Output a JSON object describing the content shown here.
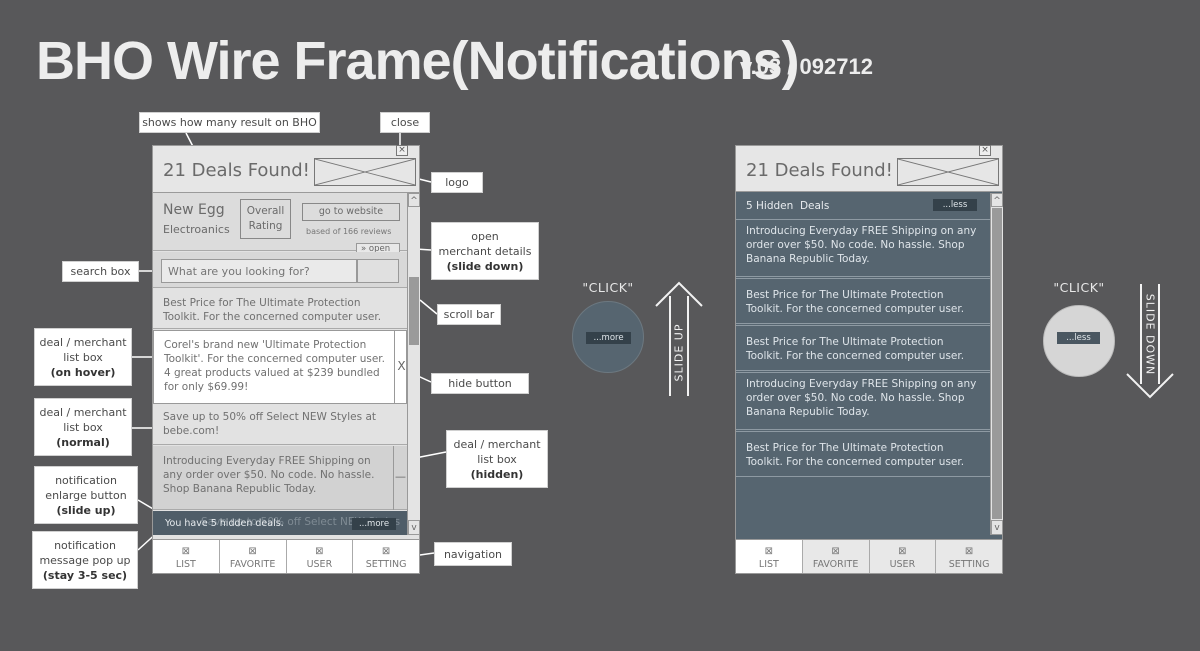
{
  "header": {
    "title": "BHO Wire Frame(Notifications)",
    "version": "v.03 / 092712"
  },
  "callouts": {
    "results": "shows how many result on BHO",
    "close": "close",
    "logo": "logo",
    "open_line1": "open",
    "open_line2": "merchant details",
    "open_line3": "(slide down)",
    "search": "search box",
    "scroll": "scroll bar",
    "hover_line1": "deal / merchant",
    "hover_line2": "list box",
    "hover_line3": "(on hover)",
    "hide": "hide button",
    "normal_line1": "deal / merchant",
    "normal_line2": "list box",
    "normal_line3": "(normal)",
    "hidden_line1": "deal / merchant",
    "hidden_line2": "list box",
    "hidden_line3": "(hidden)",
    "enlarge_line1": "notification",
    "enlarge_line2": "enlarge button",
    "enlarge_line3": "(slide up)",
    "popup_line1": "notification",
    "popup_line2": "message pop up",
    "popup_line3": "(stay 3-5 sec)",
    "navigation": "navigation"
  },
  "left_panel": {
    "deals_found": "21 Deals Found!",
    "close_glyph": "×",
    "merchant_name": "New Egg",
    "merchant_category": "Electroanics",
    "rating_line1": "Overall",
    "rating_line2": "Rating",
    "go_button": "go to website",
    "reviews": "based of 166 reviews",
    "open_toggle": "open",
    "search_placeholder": "What are you looking for?",
    "deal1": "Best Price for The Ultimate Protection Toolkit. For the concerned computer user.",
    "deal2": "Corel's brand new 'Ultimate Protection Toolkit'. For the concerned computer user. 4 great products valued at $239 bundled for only $69.99!",
    "hide_glyph": "X",
    "deal3": "Save up to 50% off Select NEW Styles at bebe.com!",
    "deal4": "Introducing Everyday FREE Shipping on any order over $50. No code. No hassle. Shop Banana Republic Today.",
    "hidden_glyph": "—",
    "ghost_text": "Save up to 50% off Select NEW Styles",
    "popup_text": "You have 5 hidden deals.",
    "more_button": "...more",
    "scroll_up": "^",
    "scroll_down": "v"
  },
  "middle": {
    "click_label": "\"CLICK\"",
    "more_button": "...more",
    "slide_label": "SLIDE UP"
  },
  "right_panel": {
    "deals_found": "21 Deals Found!",
    "close_glyph": "×",
    "hidden_header": "5 Hidden  Deals",
    "less_button": "...less",
    "deals": [
      "Introducing Everyday FREE Shipping on any order over $50. No code. No hassle. Shop Banana Republic Today.",
      "Best Price for The Ultimate Protection Toolkit. For the concerned computer user.",
      "Best Price for The Ultimate Protection Toolkit. For the concerned computer user.",
      "Introducing Everyday FREE Shipping on any order over $50. No code. No hassle. Shop Banana Republic Today.",
      "Best Price for The Ultimate Protection Toolkit. For the concerned computer user."
    ],
    "scroll_up": "^",
    "scroll_down": "v"
  },
  "right_side": {
    "click_label": "\"CLICK\"",
    "less_button": "...less",
    "slide_label": "SLIDE DOWN"
  },
  "nav": {
    "icon": "⊠",
    "items": [
      "LIST",
      "FAVORITE",
      "USER",
      "SETTING"
    ]
  },
  "colors": {
    "background": "#58585a",
    "panel": "#e2e2e2",
    "dark_panel": "#566570",
    "button_dark": "#3d4b56"
  }
}
